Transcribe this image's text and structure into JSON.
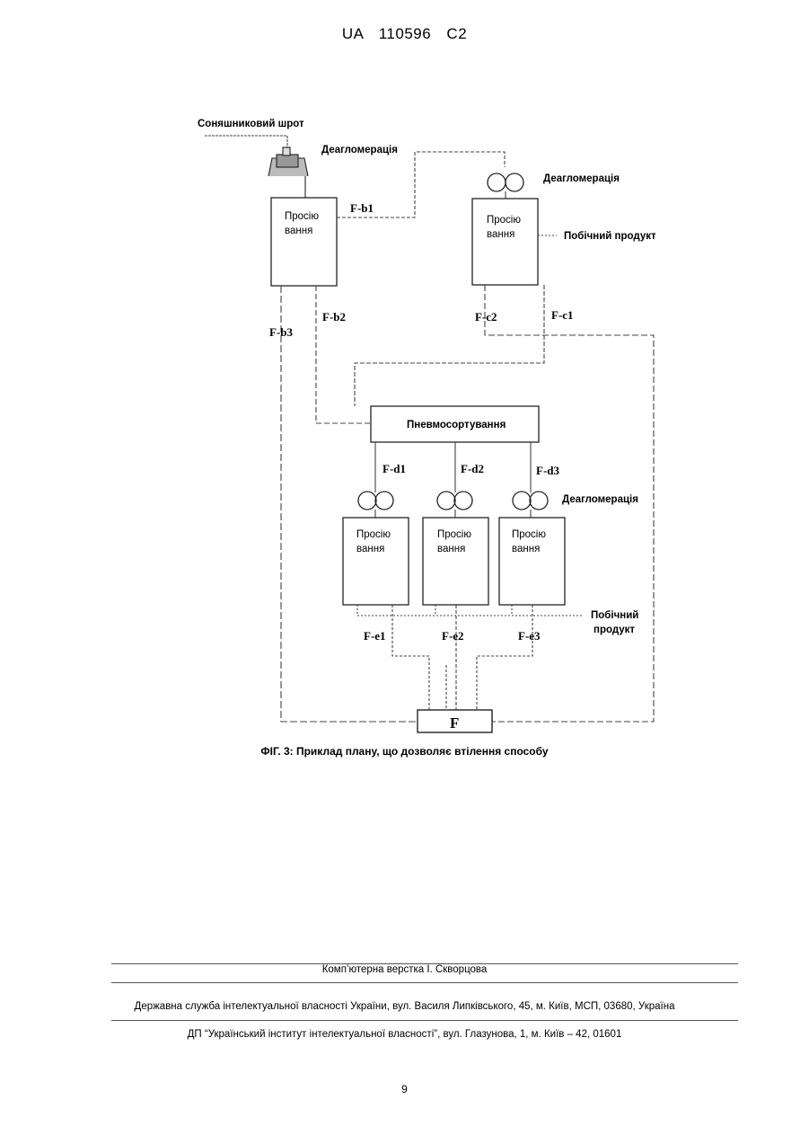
{
  "header": {
    "patent_number": "UA 110596 C2"
  },
  "figure": {
    "input_label": "Соняшниковий шрот",
    "deagglomeration": "Деагломерація",
    "sieving_line1": "Просію",
    "sieving_line2": "вання",
    "byproduct": "Побічний продукт",
    "byproduct_line1": "Побічний",
    "byproduct_line2": "продукт",
    "pneumatic": "Пневмосортування",
    "final": "F",
    "flows": {
      "fb1": "F-b1",
      "fb2": "F-b2",
      "fb3": "F-b3",
      "fc1": "F-c1",
      "fc2": "F-c2",
      "fd1": "F-d1",
      "fd2": "F-d2",
      "fd3": "F-d3",
      "fe1": "F-e1",
      "fe2": "F-e2",
      "fe3": "F-e3"
    },
    "caption": "ФІГ. 3: Приклад плану, що дозволяє втілення способу"
  },
  "footer": {
    "layout": "Комп’ютерна верстка І. Скворцова",
    "agency": "Державна служба інтелектуальної власності України, вул. Василя Липківського, 45, м. Київ, МСП, 03680, Україна",
    "institute": "ДП “Український інститут інтелектуальної власності”, вул. Глазунова, 1, м. Київ – 42, 01601",
    "page_number": "9"
  }
}
